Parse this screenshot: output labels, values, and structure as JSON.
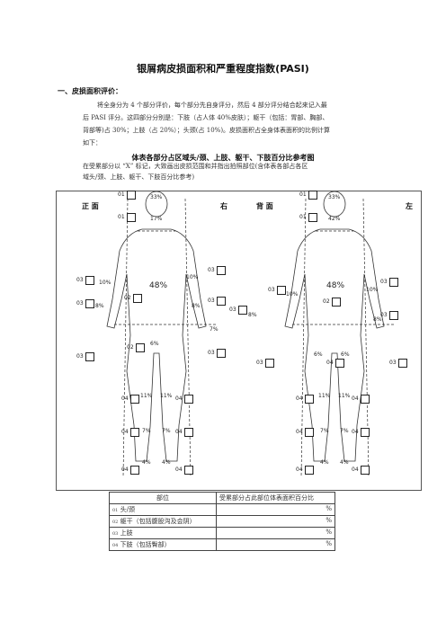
{
  "title": "银屑病皮损面积和严重程度指数(PASI)",
  "section1": "一、皮损面积评价：",
  "para_lines": [
    "将全身分为 4 个部分评价，每个部分先自身评分，然后 4 部分评分结合起来记入最",
    "后 PASI 评分。这四部分分别是：下肢（占人体 40%皮肤）；躯干（包括：胃部、胸部、",
    "背部等)占 30%；上肢（占 20%）；头颈(占 10%)。皮损面积占全身体表面积的比例计算",
    "如下："
  ],
  "figure_title": "体表各部分占区域头/颈、上肢、躯干、下肢百分比参考图",
  "figure_note_lines": [
    "在受累部分以 “X” 标记，大致画出皮损范围和并指出拍照部位(含体表各部占各区",
    "域头/颈、上肢、躯干、下肢百分比参考)"
  ],
  "figure": {
    "front_label": "正  面",
    "right_label": "右",
    "back_label": "背  面",
    "left_label": "左",
    "codes": {
      "c01": "01",
      "c02": "02",
      "c03": "03",
      "c04": "04"
    },
    "pct": {
      "head_front_top": "33%",
      "neck_front": "17%",
      "trunk_front": "48%",
      "arm_upper": "10%",
      "arm_fore": "8%",
      "hand": "7%",
      "genital": "6%",
      "thigh": "11%",
      "shin": "7%",
      "foot": "4%",
      "head_back_top": "33%",
      "neck_back": "42%",
      "trunk_back": "48%",
      "buttock": "6%"
    }
  },
  "table": {
    "header": [
      "部位",
      "受累部分占此部位体表面积百分比"
    ],
    "rows": [
      {
        "code": "01",
        "name": "头/颈",
        "unit": "%"
      },
      {
        "code": "02",
        "name": "躯干（包括腹股沟及会阴）",
        "unit": "%"
      },
      {
        "code": "03",
        "name": "上肢",
        "unit": "%"
      },
      {
        "code": "04",
        "name": "下肢（包括臀部）",
        "unit": "%"
      }
    ]
  }
}
